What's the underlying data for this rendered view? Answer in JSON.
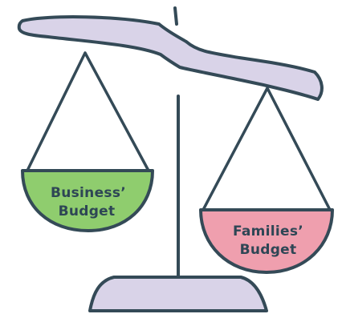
{
  "illustration": {
    "left_pan": {
      "line1": "Business’",
      "line2": "Budget",
      "fill_color": "#8fcd6e"
    },
    "right_pan": {
      "line1": "Families’",
      "line2": "Budget",
      "fill_color": "#ef9fae"
    },
    "beam_color": "#d9d3e8",
    "base_color": "#d9d3e8",
    "line_color": "#344a57",
    "text_color": "#2e4655"
  }
}
